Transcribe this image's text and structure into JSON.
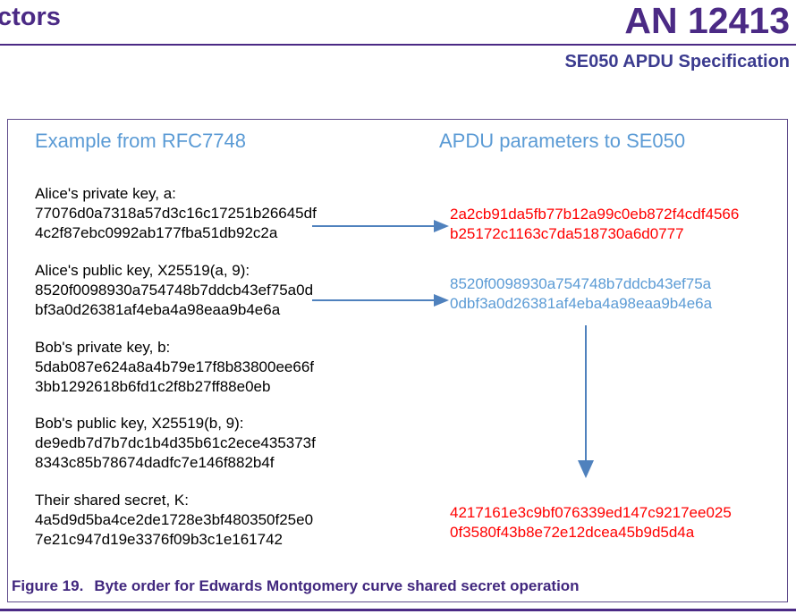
{
  "header": {
    "clipped_title": "ctors",
    "doc_number": "AN 12413",
    "subtitle": "SE050 APDU Specification"
  },
  "figure": {
    "left_heading": "Example from RFC7748",
    "right_heading": "APDU parameters to SE050",
    "left_blocks": [
      {
        "label": "Alice's private key, a:",
        "hex1": "77076d0a7318a57d3c16c17251b26645df",
        "hex2": "4c2f87ebc0992ab177fba51db92c2a"
      },
      {
        "label": "Alice's public key, X25519(a, 9):",
        "hex1": "8520f0098930a754748b7ddcb43ef75a0d",
        "hex2": "bf3a0d26381af4eba4a98eaa9b4e6a"
      },
      {
        "label": "Bob's private key, b:",
        "hex1": "5dab087e624a8a4b79e17f8b83800ee66f",
        "hex2": "3bb1292618b6fd1c2f8b27ff88e0eb"
      },
      {
        "label": "Bob's public key, X25519(b, 9):",
        "hex1": "de9edb7d7b7dc1b4d35b61c2ece435373f",
        "hex2": "8343c85b78674dadfc7e146f882b4f"
      },
      {
        "label": "Their shared secret, K:",
        "hex1": "4a5d9d5ba4ce2de1728e3bf480350f25e0",
        "hex2": "7e21c947d19e3376f09b3c1e161742"
      }
    ],
    "right_values": [
      {
        "hex1": "2a2cb91da5fb77b12a99c0eb872f4cdf4566",
        "hex2": "b25172c1163c7da518730a6d0777"
      },
      {
        "hex1": "8520f0098930a754748b7ddcb43ef75a",
        "hex2": "0dbf3a0d26381af4eba4a98eaa9b4e6a"
      },
      {
        "hex1": "4217161e3c9bf076339ed147c9217ee025",
        "hex2": "0f3580f43b8e72e12dcea45b9d5d4a"
      }
    ],
    "caption_label": "Figure 19.",
    "caption_text": "Byte order for Edwards Montgomery curve shared secret operation"
  },
  "colors": {
    "title_purple": "#4b2a85",
    "subtitle_indigo": "#3b3b8f",
    "heading_blue": "#5b9bd5",
    "value_red": "#ff0000",
    "value_blue": "#5b9bd5",
    "arrow_blue": "#4f81bd",
    "frame_purple": "#5f4b8b"
  }
}
